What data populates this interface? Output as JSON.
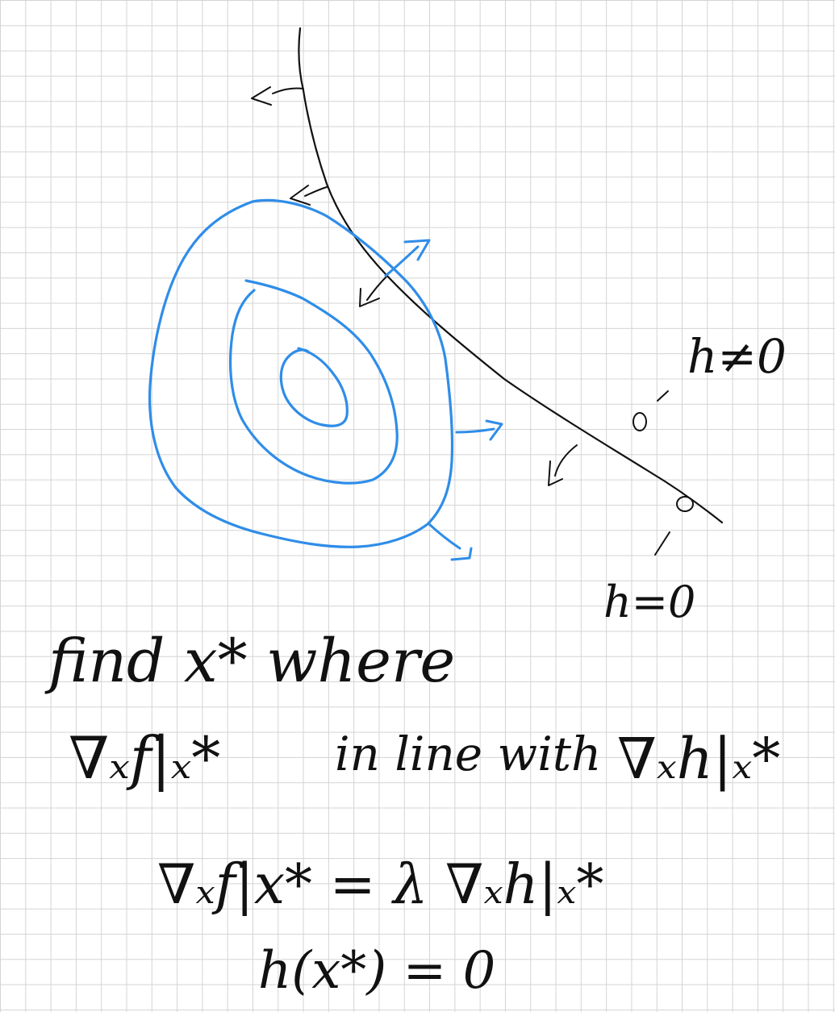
{
  "colors": {
    "ink": "#111111",
    "contour": "#2f8de8",
    "grid": "#d4d4d4",
    "background": "#ffffff"
  },
  "labels": {
    "h_not_zero": "h≠0",
    "h_zero": "h=0"
  },
  "notes": {
    "line1": "find  x* where",
    "line2_left": "∇ₓf|ₓ*",
    "line2_mid": "in  line  with",
    "line2_right": "∇ₓh|ₓ*",
    "line3": "∇ₓf|x* = λ ∇ₓh|ₓ*",
    "line4": "h(x*) = 0"
  }
}
